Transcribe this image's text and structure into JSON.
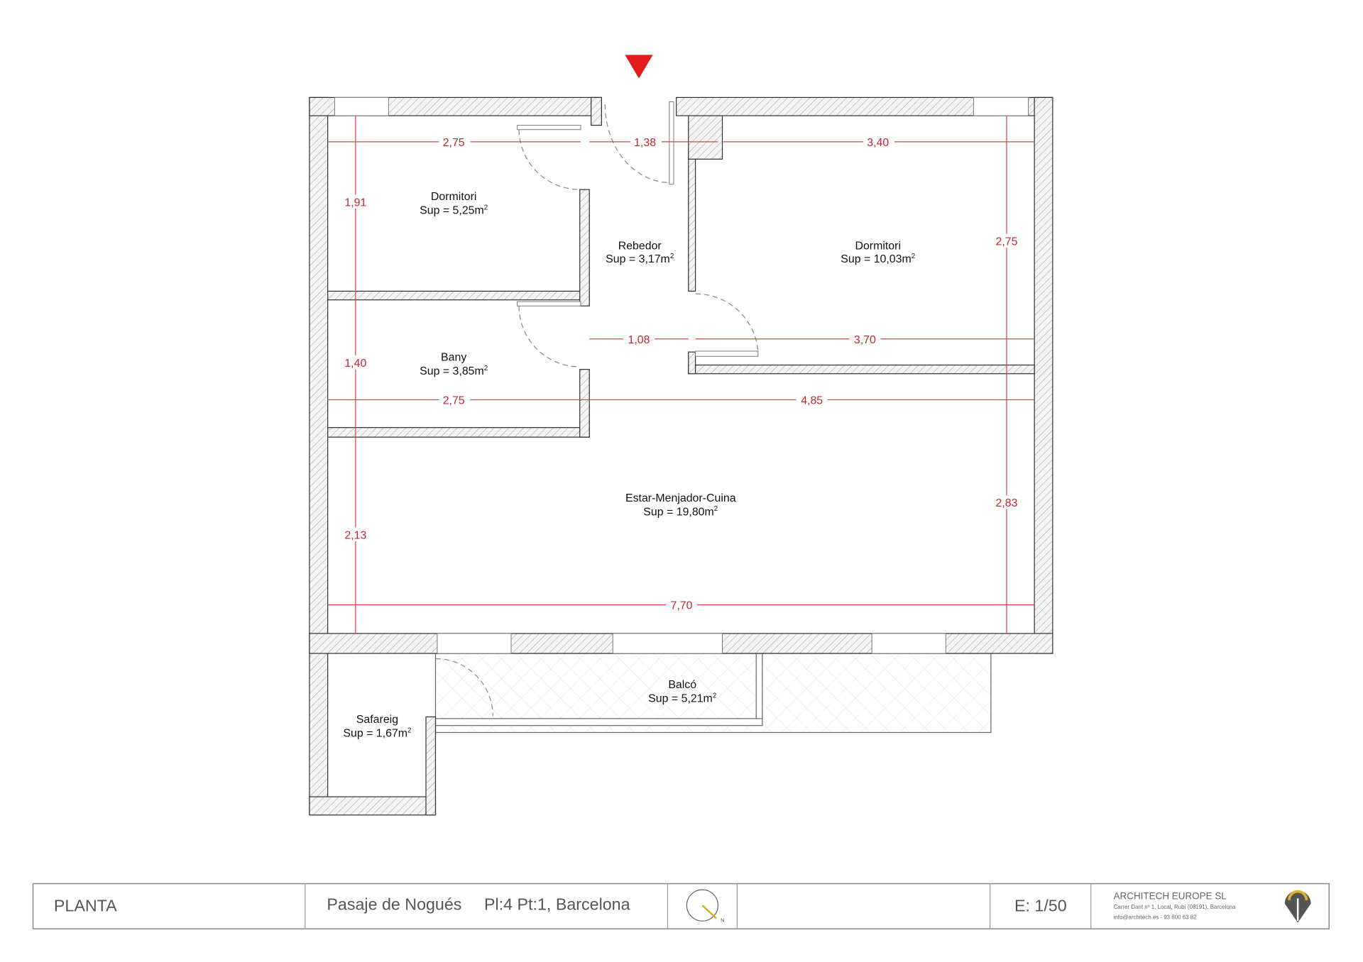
{
  "plan": {
    "rooms": [
      {
        "name": "Dormitori",
        "area": "Sup = 5,25m",
        "sup": "2"
      },
      {
        "name": "Rebedor",
        "area": "Sup = 3,17m",
        "sup": "2"
      },
      {
        "name": "Dormitori",
        "area": "Sup = 10,03m",
        "sup": "2"
      },
      {
        "name": "Bany",
        "area": "Sup = 3,85m",
        "sup": "2"
      },
      {
        "name": "Estar-Menjador-Cuina",
        "area": "Sup = 19,80m",
        "sup": "2"
      },
      {
        "name": "Balcó",
        "area": "Sup = 5,21m",
        "sup": "2"
      },
      {
        "name": "Safareig",
        "area": "Sup = 1,67m",
        "sup": "2"
      }
    ],
    "dimensions": [
      "2,75",
      "1,38",
      "3,40",
      "1,91",
      "2,75",
      "1,08",
      "3,70",
      "1,40",
      "2,75",
      "4,85",
      "2,13",
      "2,83",
      "7,70"
    ],
    "entrance_color": "#e31b1b",
    "dimension_color": "#c0262d"
  },
  "title_block": {
    "sheet": "PLANTA",
    "street": "Pasaje de Nogués",
    "unit": "Pl:4 Pt:1, Barcelona",
    "north_label": "N",
    "scale": "E: 1/50",
    "company": "ARCHITECH EUROPE SL",
    "address": "Carrer Dant nº 1, Local, Rubí (08191), Barcelona",
    "contact": "info@architech.es - 93 800 63 82"
  }
}
